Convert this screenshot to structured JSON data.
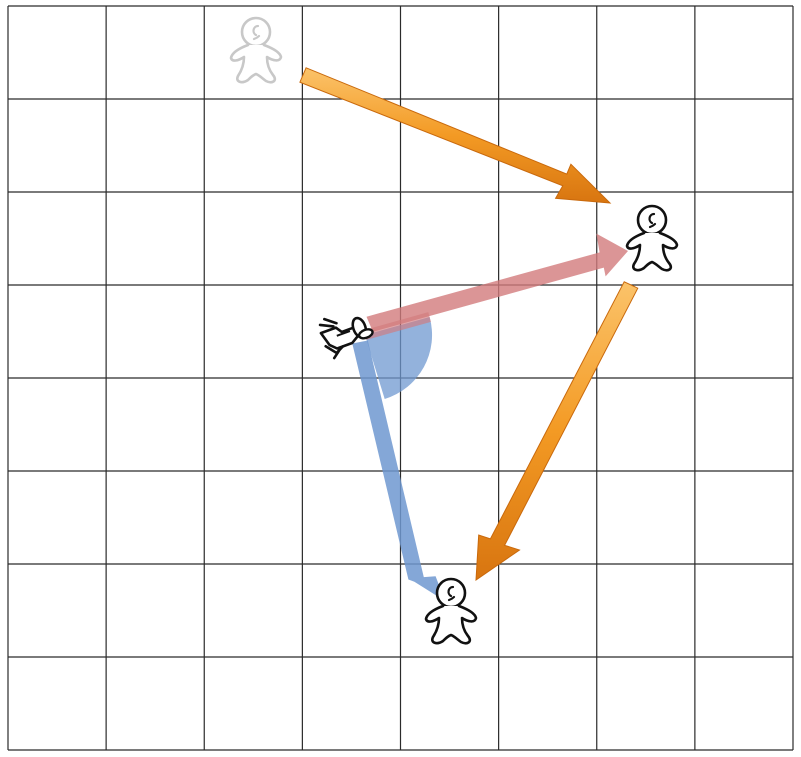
{
  "grid": {
    "columns": 8,
    "rows": 8,
    "line_color": "#2b2b2b",
    "background": "#ffffff"
  },
  "figures": [
    {
      "id": "previous",
      "icon": "person-icon",
      "state": "faded",
      "color": "#c8c8c8"
    },
    {
      "id": "current",
      "icon": "person-icon",
      "state": "active",
      "color": "#111111"
    },
    {
      "id": "next",
      "icon": "person-icon",
      "state": "active",
      "color": "#111111"
    }
  ],
  "observer": {
    "icon": "robot-arm-icon",
    "color": "#111111"
  },
  "arrows": [
    {
      "id": "movement-1",
      "from": "previous",
      "to": "current",
      "color": "#f0901e"
    },
    {
      "id": "movement-2",
      "from": "current",
      "to": "next",
      "color": "#f0901e"
    },
    {
      "id": "heading-to-current",
      "from": "observer",
      "to": "current",
      "color": "#d27a7c"
    },
    {
      "id": "heading-to-next",
      "from": "observer",
      "to": "next",
      "color": "#7ea2d4"
    }
  ],
  "angle_sector": {
    "color": "#6f98d0",
    "between": [
      "heading-to-current",
      "heading-to-next"
    ]
  }
}
